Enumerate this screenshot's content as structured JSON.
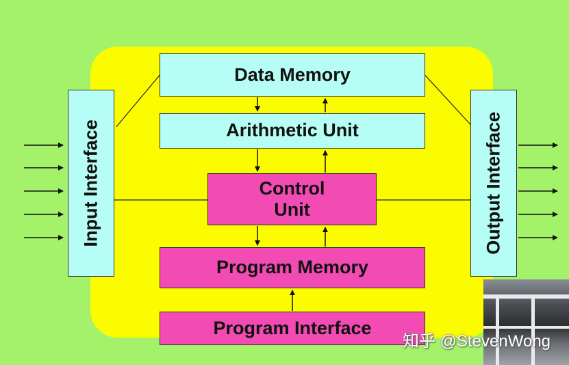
{
  "blocks": {
    "data_memory": "Data Memory",
    "arithmetic_unit": "Arithmetic Unit",
    "control_unit": [
      "Control",
      "Unit"
    ],
    "program_memory": "Program Memory",
    "program_interface": "Program Interface",
    "input_interface": "Input Interface",
    "output_interface": "Output Interface"
  },
  "watermark": "知乎 @StevenWong",
  "colors": {
    "background": "#a4f26a",
    "panel": "#fcfc00",
    "memory_block": "#b6fdf6",
    "program_block": "#f24cb4",
    "line": "#2e2e2e"
  }
}
